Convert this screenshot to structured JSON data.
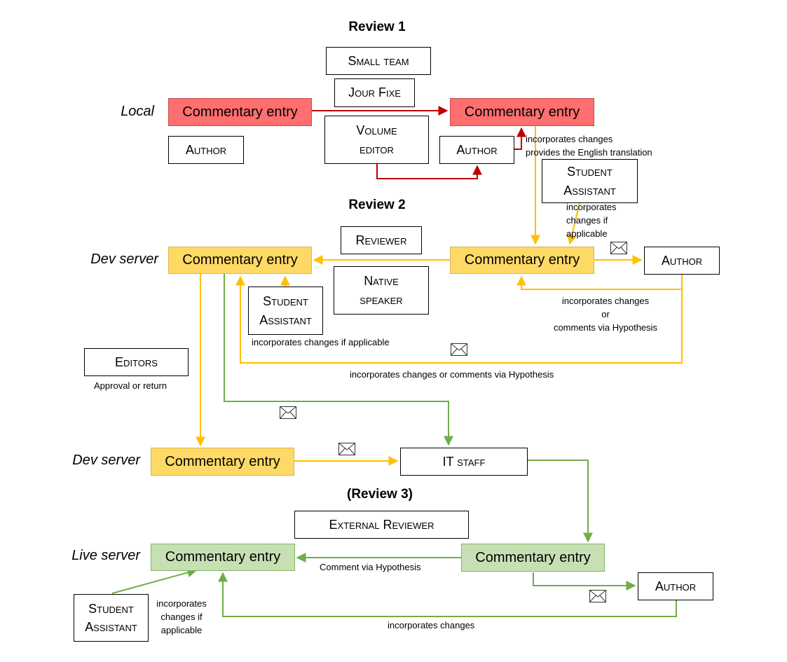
{
  "headings": {
    "review1": "Review 1",
    "review2": "Review 2",
    "review3": "(Review 3)"
  },
  "row_labels": {
    "local": "Local",
    "dev1": "Dev server",
    "dev2": "Dev server",
    "live": "Live server"
  },
  "entries": {
    "label": "Commentary entry"
  },
  "roles": {
    "small_team": "Small team",
    "jour_fixe": "Jour Fixe",
    "volume_editor": [
      "Volume",
      "editor"
    ],
    "author": "Author",
    "student_assistant": [
      "Student",
      "Assistant"
    ],
    "reviewer": "Reviewer",
    "native_speaker": [
      "Native",
      "speaker"
    ],
    "editors": "Editors",
    "it_staff": "IT staff",
    "external_reviewer": "External Reviewer"
  },
  "notes": {
    "r1_changes": "incorporates changes",
    "r1_translation": "provides the English translation",
    "sa_top": [
      "incorporates",
      "changes if",
      "applicable"
    ],
    "author_r2": [
      "incorporates changes",
      "or",
      "comments via Hypothesis"
    ],
    "sa_mid": "incorporates changes if applicable",
    "r2_loop": "incorporates changes or comments via Hypothesis",
    "editors_note": "Approval or return",
    "hypothesis": "Comment via Hypothesis",
    "sa_bottom": [
      "incorporates",
      "changes if",
      "applicable"
    ],
    "bottom_loop": "incorporates changes"
  },
  "colors": {
    "red_fill": "#ff6f6f",
    "red_line": "#c00000",
    "yellow_fill": "#ffd966",
    "yellow_line": "#ffc000",
    "green_fill": "#c6e0b4",
    "green_line": "#70ad47"
  },
  "icons": [
    "envelope-icon"
  ]
}
